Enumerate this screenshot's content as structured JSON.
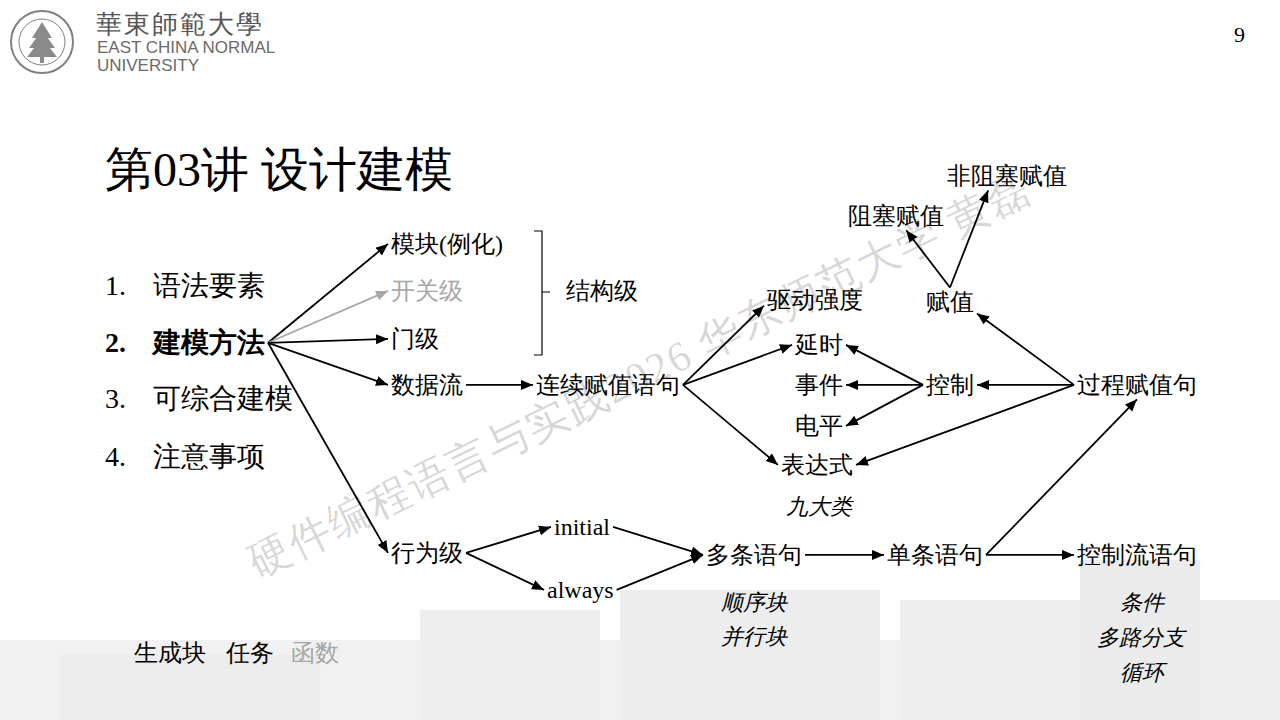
{
  "diagram": {
    "title": "第03讲 设计建模",
    "nodes": [
      {
        "text": [
          "建模方法"
        ]
      },
      {
        "text": [
          "模块(例化)"
        ]
      },
      {
        "text": [
          "开关级"
        ]
      },
      {
        "text": [
          "门级"
        ]
      },
      {
        "text": [
          "数据流"
        ]
      },
      {
        "text": [
          "连续赋值语句"
        ]
      },
      {
        "text": [
          "行为级"
        ]
      },
      {
        "text": [
          "initial"
        ]
      },
      {
        "text": [
          "always"
        ]
      },
      {
        "text": [
          "非阻塞赋值"
        ]
      },
      {
        "text": [
          "阻塞赋值"
        ]
      },
      {
        "text": [
          "驱动强度"
        ]
      },
      {
        "text": [
          "赋值"
        ]
      },
      {
        "text": [
          "延时"
        ]
      },
      {
        "text": [
          "事件"
        ]
      },
      {
        "text": [
          "电平"
        ]
      },
      {
        "text": [
          "控制"
        ]
      },
      {
        "text": [
          "过程赋值句"
        ]
      },
      {
        "text": [
          "表达式"
        ]
      },
      {
        "text": [
          "多条语句"
        ]
      },
      {
        "text": [
          "单条语句"
        ]
      },
      {
        "text": [
          "控制流语句"
        ]
      }
    ],
    "edges": [
      {
        "from": 0,
        "to": 1,
        "arrow": "to"
      },
      {
        "from": 0,
        "to": 2,
        "arrow": "to"
      },
      {
        "from": 0,
        "to": 3,
        "arrow": "to"
      },
      {
        "from": 0,
        "to": 4,
        "arrow": "to"
      },
      {
        "from": 0,
        "to": 6,
        "arrow": "to"
      },
      {
        "from": 4,
        "to": 5,
        "arrow": "to"
      },
      {
        "from": 5,
        "to": 11,
        "arrow": "to"
      },
      {
        "from": 5,
        "to": 13,
        "arrow": "to"
      },
      {
        "from": 5,
        "to": 18,
        "arrow": "to"
      },
      {
        "from": 16,
        "to": 13,
        "arrow": "to"
      },
      {
        "from": 16,
        "to": 14,
        "arrow": "to"
      },
      {
        "from": 16,
        "to": 15,
        "arrow": "to"
      },
      {
        "from": 17,
        "to": 16,
        "arrow": "to"
      },
      {
        "from": 17,
        "to": 12,
        "arrow": "to"
      },
      {
        "from": 17,
        "to": 18,
        "arrow": "to"
      },
      {
        "from": 12,
        "to": 10,
        "arrow": "to"
      },
      {
        "from": 12,
        "to": 9,
        "arrow": "to"
      },
      {
        "from": 6,
        "to": 7,
        "arrow": "to"
      },
      {
        "from": 6,
        "to": 8,
        "arrow": "to"
      },
      {
        "from": 7,
        "to": 19,
        "arrow": "to"
      },
      {
        "from": 8,
        "to": 19,
        "arrow": "to"
      },
      {
        "from": 19,
        "to": 20,
        "arrow": "to"
      },
      {
        "from": 20,
        "to": 21,
        "arrow": "to"
      },
      {
        "from": 20,
        "to": 17,
        "arrow": "to"
      }
    ],
    "labels": [
      "9",
      "華東師範大學",
      "EAST CHINA NORMAL",
      "UNIVERSITY",
      "1.",
      "语法要素",
      "2.",
      "3.",
      "可综合建模",
      "4.",
      "注意事项",
      "结构级",
      "九大类",
      "顺序块",
      "并行块",
      "条件",
      "多路分支",
      "循环",
      "生成块",
      "任务",
      "函数",
      "硬件编程语言与实践2026 华东师范大学 黄磊"
    ]
  }
}
